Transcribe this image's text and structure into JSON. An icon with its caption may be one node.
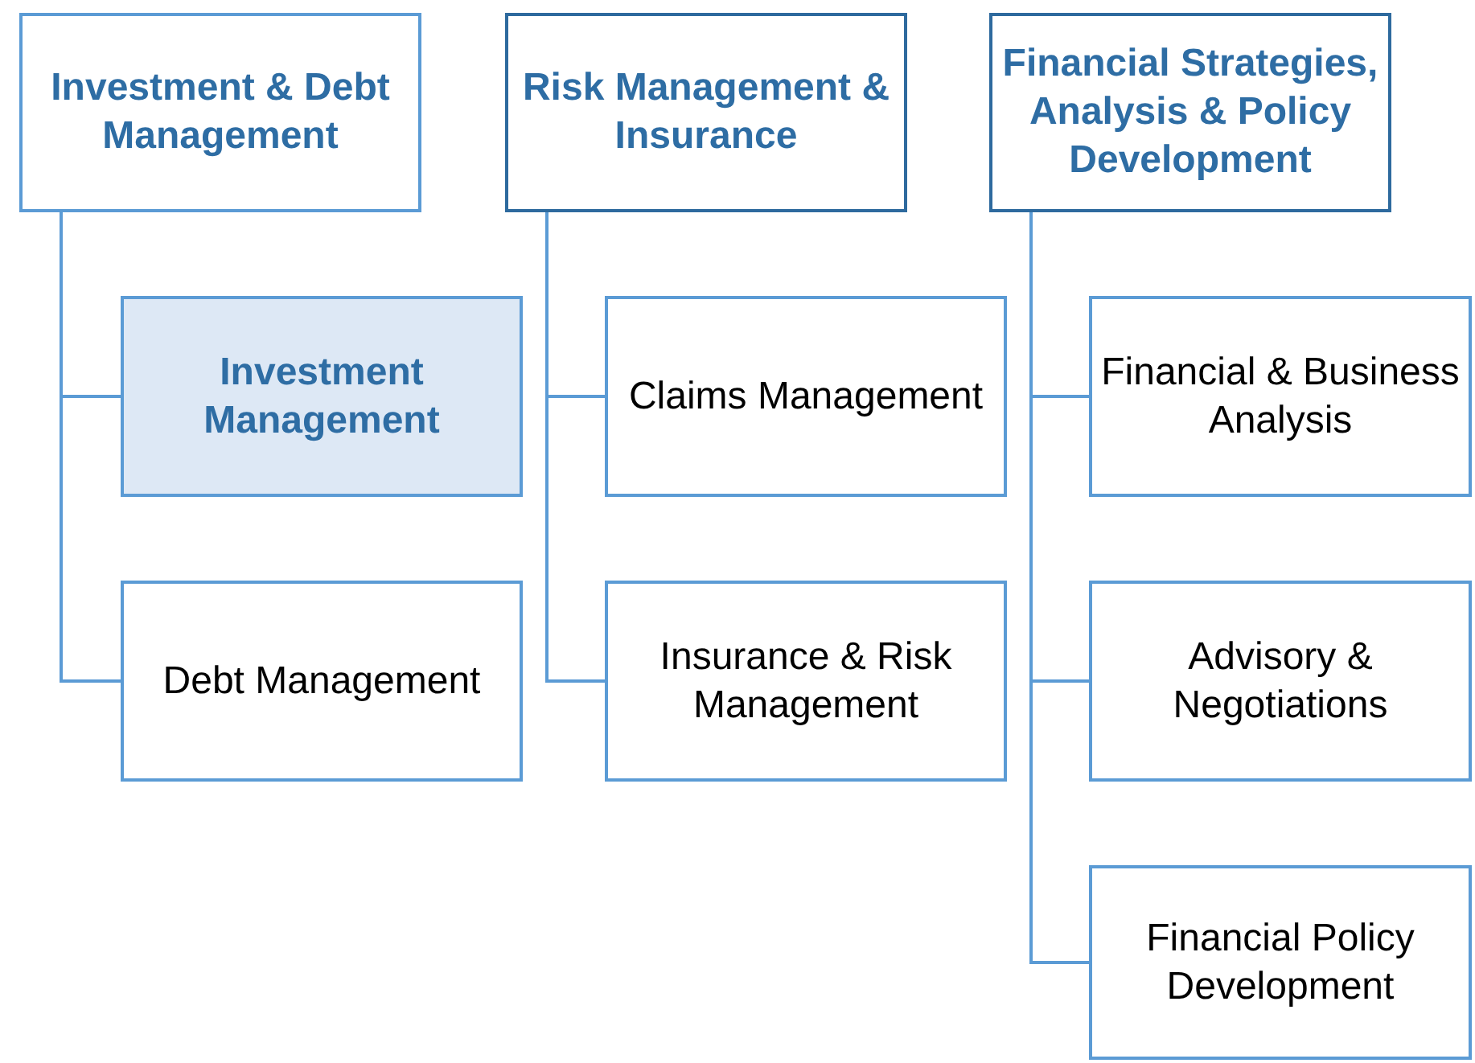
{
  "diagram": {
    "nodes": [
      {
        "text": [
          "Investment & Debt Management"
        ]
      },
      {
        "text": [
          "Risk Management & Insurance"
        ]
      },
      {
        "text": [
          "Financial Strategies, Analysis & Policy Development"
        ]
      },
      {
        "text": [
          "Investment Management"
        ]
      },
      {
        "text": [
          "Debt Management"
        ]
      },
      {
        "text": [
          "Claims Management"
        ]
      },
      {
        "text": [
          "Insurance & Risk Management"
        ]
      },
      {
        "text": [
          "Financial & Business Analysis"
        ]
      },
      {
        "text": [
          "Advisory & Negotiations"
        ]
      },
      {
        "text": [
          "Financial Policy Development"
        ]
      }
    ],
    "edges": [
      {
        "from": 0,
        "to": 3,
        "arrow": "none"
      },
      {
        "from": 0,
        "to": 4,
        "arrow": "none"
      },
      {
        "from": 1,
        "to": 5,
        "arrow": "none"
      },
      {
        "from": 1,
        "to": 6,
        "arrow": "none"
      },
      {
        "from": 2,
        "to": 7,
        "arrow": "none"
      },
      {
        "from": 2,
        "to": 8,
        "arrow": "none"
      },
      {
        "from": 2,
        "to": 9,
        "arrow": "none"
      }
    ]
  }
}
